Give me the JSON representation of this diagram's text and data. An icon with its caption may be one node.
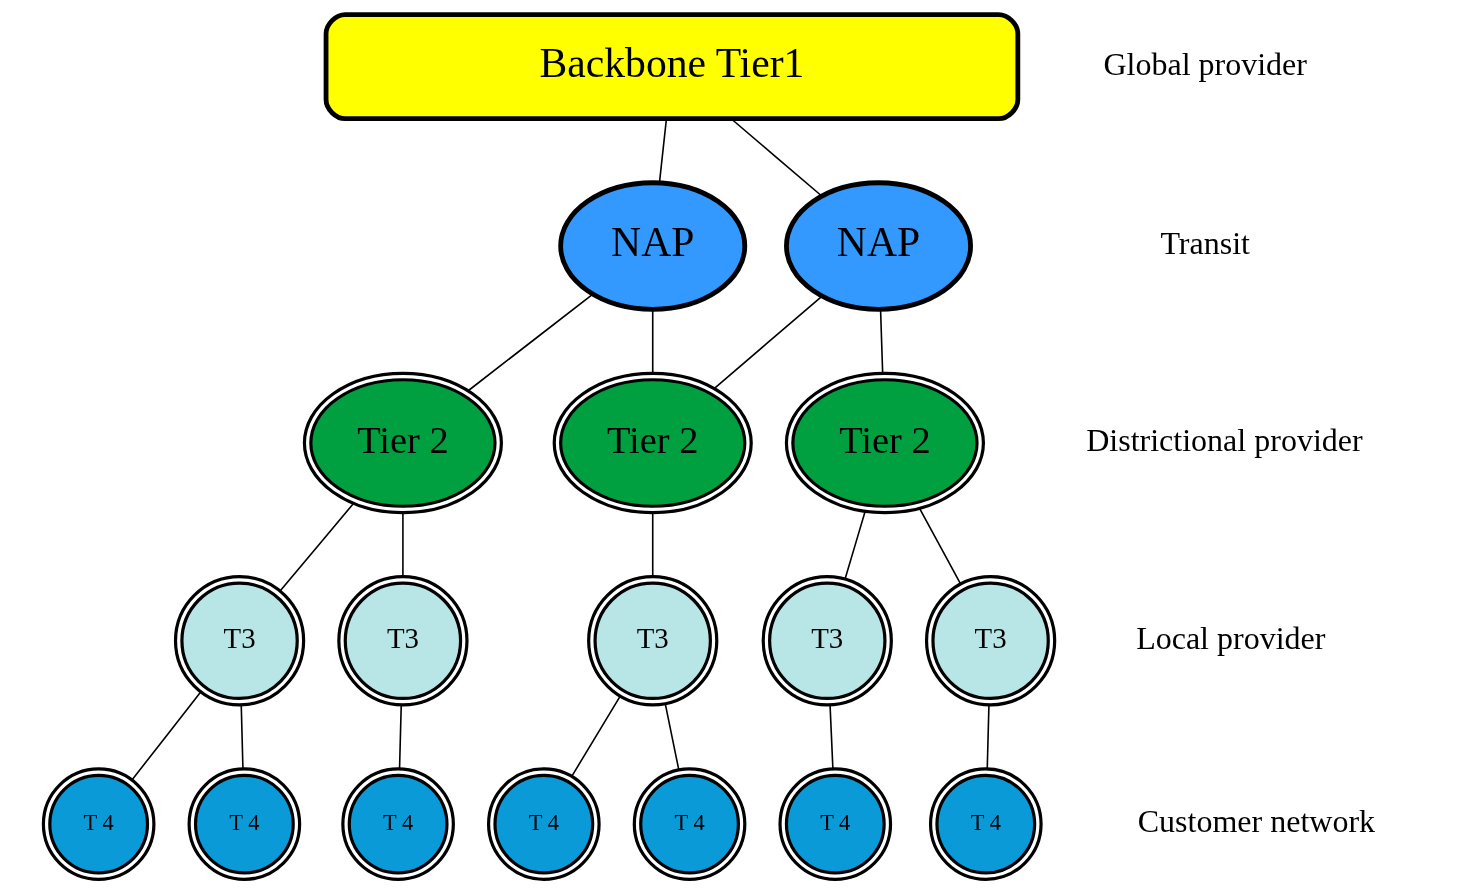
{
  "diagram": {
    "nodes": [
      {
        "text": [
          "Backbone Tier1"
        ]
      },
      {
        "text": [
          "NAP"
        ]
      },
      {
        "text": [
          "NAP"
        ]
      },
      {
        "text": [
          "Tier 2"
        ]
      },
      {
        "text": [
          "Tier 2"
        ]
      },
      {
        "text": [
          "Tier 2"
        ]
      },
      {
        "text": [
          "T3"
        ]
      },
      {
        "text": [
          "T3"
        ]
      },
      {
        "text": [
          "T3"
        ]
      },
      {
        "text": [
          "T3"
        ]
      },
      {
        "text": [
          "T3"
        ]
      },
      {
        "text": [
          "T 4"
        ]
      },
      {
        "text": [
          "T 4"
        ]
      },
      {
        "text": [
          "T 4"
        ]
      },
      {
        "text": [
          "T 4"
        ]
      },
      {
        "text": [
          "T 4"
        ]
      },
      {
        "text": [
          "T 4"
        ]
      },
      {
        "text": [
          "T 4"
        ]
      }
    ],
    "edges": [
      {
        "from": 0,
        "to": 1,
        "arrow": "none"
      },
      {
        "from": 0,
        "to": 2,
        "arrow": "none"
      },
      {
        "from": 1,
        "to": 3,
        "arrow": "none"
      },
      {
        "from": 1,
        "to": 4,
        "arrow": "none"
      },
      {
        "from": 2,
        "to": 4,
        "arrow": "none"
      },
      {
        "from": 2,
        "to": 5,
        "arrow": "none"
      },
      {
        "from": 3,
        "to": 6,
        "arrow": "none"
      },
      {
        "from": 3,
        "to": 7,
        "arrow": "none"
      },
      {
        "from": 4,
        "to": 8,
        "arrow": "none"
      },
      {
        "from": 5,
        "to": 9,
        "arrow": "none"
      },
      {
        "from": 5,
        "to": 10,
        "arrow": "none"
      },
      {
        "from": 6,
        "to": 11,
        "arrow": "none"
      },
      {
        "from": 6,
        "to": 12,
        "arrow": "none"
      },
      {
        "from": 7,
        "to": 13,
        "arrow": "none"
      },
      {
        "from": 8,
        "to": 14,
        "arrow": "none"
      },
      {
        "from": 8,
        "to": 15,
        "arrow": "none"
      },
      {
        "from": 9,
        "to": 16,
        "arrow": "none"
      },
      {
        "from": 10,
        "to": 17,
        "arrow": "none"
      }
    ],
    "labels": [
      "Global provider",
      "Transit",
      "Districtional provider",
      "Local provider",
      "Customer network"
    ]
  }
}
